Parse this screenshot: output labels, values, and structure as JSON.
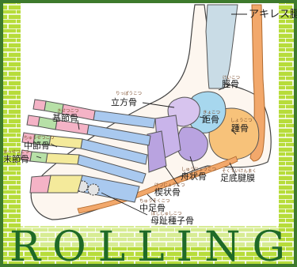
{
  "banner": {
    "text": "ROLLING"
  },
  "labels": {
    "achilles": {
      "text": "アキレス腱",
      "ruby": ""
    },
    "tibia": {
      "text": "脛骨",
      "ruby": "けいこつ"
    },
    "cuboid": {
      "text": "立方骨",
      "ruby": "りっぽうこつ"
    },
    "talus": {
      "text": "距骨",
      "ruby": "きょこつ"
    },
    "calcaneus": {
      "text": "踵骨",
      "ruby": "しょうこつ"
    },
    "proximal_phalanx": {
      "text": "基節骨",
      "ruby": "きせつこつ"
    },
    "middle_phalanx": {
      "text": "中節骨",
      "ruby": "ちゅうせつこつ"
    },
    "distal_phalanx": {
      "text": "末節骨",
      "ruby": "まっせつこつ"
    },
    "navicular": {
      "text": "舟状骨",
      "ruby": "しゅうじょうこつ"
    },
    "plantar_fascia": {
      "text": "足底腱膜",
      "ruby": "そくていけんまく"
    },
    "cuneiform": {
      "text": "楔状骨",
      "ruby": "けつじょうこつ"
    },
    "metatarsal": {
      "text": "中足骨",
      "ruby": "ちゅうそくこつ"
    },
    "sesamoid": {
      "text": "母趾種子骨",
      "ruby": "ぼししゅしこつ"
    }
  },
  "colors": {
    "frame": "#3d7a2c",
    "brick": "#b7dc3a",
    "mortar": "#ffffff",
    "tendon": "#f2a86b",
    "tibia": "#c9dce6",
    "talus": "#a7d7ee",
    "calcaneus": "#f7c27a",
    "cuboid": "#d7c4ee",
    "navicular": "#b9a3e0",
    "metatarsal": "#a9c9ef",
    "phalanx_pink": "#f4b3c6",
    "phalanx_yellow": "#f4ea9b",
    "phalanx_green": "#b7e0a7",
    "banner_text": "#1f6a27"
  }
}
